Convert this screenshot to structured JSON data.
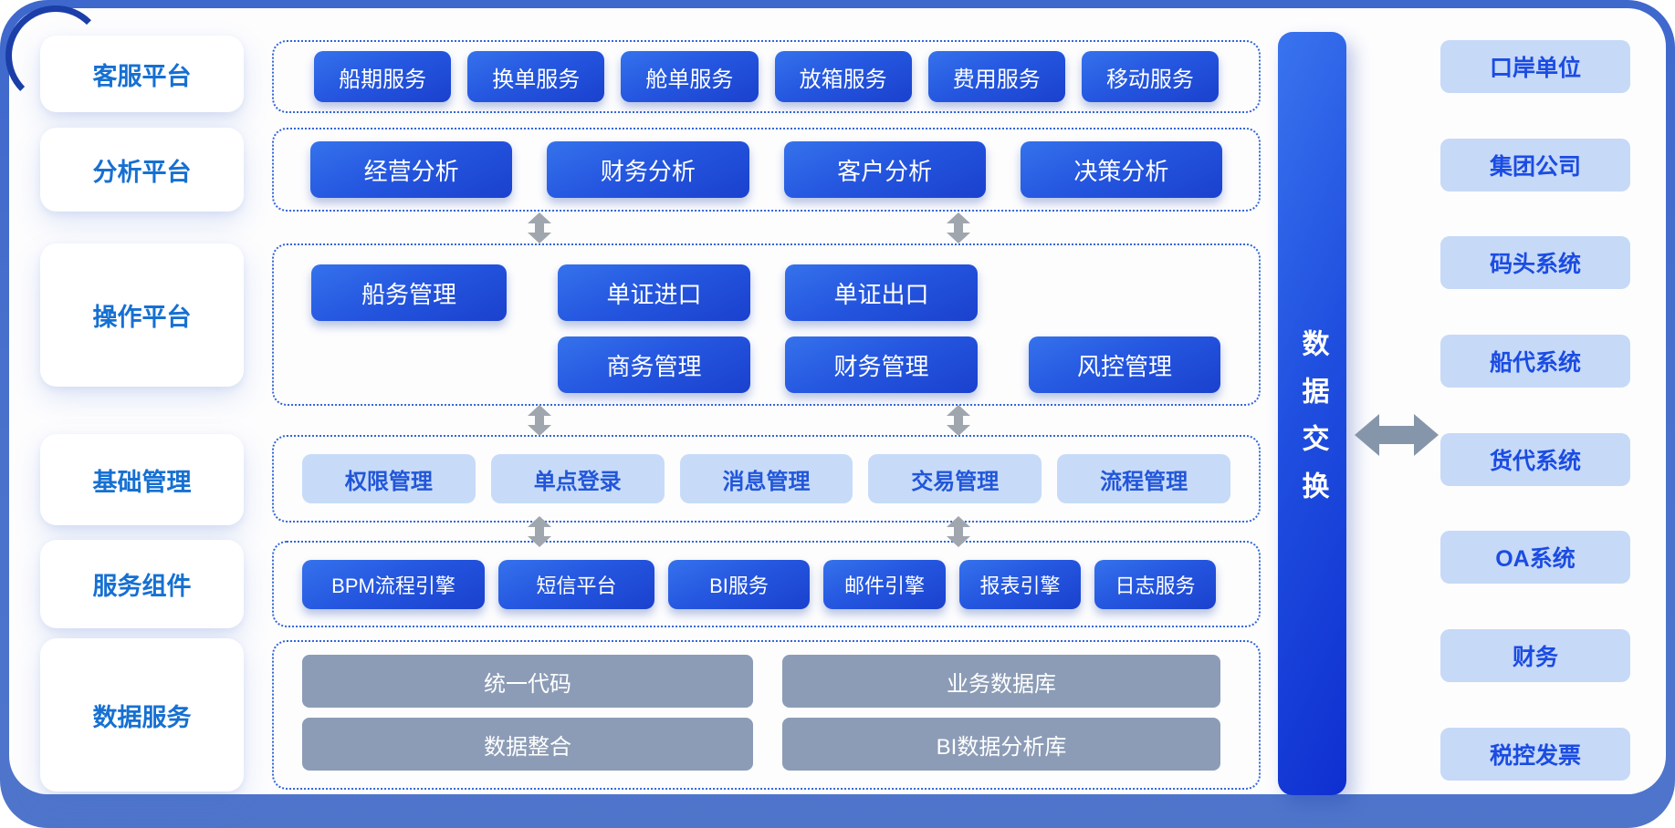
{
  "diagram": {
    "left_categories": [
      "客服平台",
      "分析平台",
      "操作平台",
      "基础管理",
      "服务组件",
      "数据服务"
    ],
    "customer_service_row": [
      "船期服务",
      "换单服务",
      "舱单服务",
      "放箱服务",
      "费用服务",
      "移动服务"
    ],
    "analysis_row": [
      "经营分析",
      "财务分析",
      "客户分析",
      "决策分析"
    ],
    "operation_row1": [
      "船务管理",
      "单证进口",
      "单证出口"
    ],
    "operation_row2": [
      "商务管理",
      "财务管理",
      "风控管理"
    ],
    "basic_mgmt_row": [
      "权限管理",
      "单点登录",
      "消息管理",
      "交易管理",
      "流程管理"
    ],
    "service_components_row": [
      "BPM流程引擎",
      "短信平台",
      "BI服务",
      "邮件引擎",
      "报表引擎",
      "日志服务"
    ],
    "data_services_row1": [
      "统一代码",
      "业务数据库"
    ],
    "data_services_row2": [
      "数据整合",
      "BI数据分析库"
    ],
    "data_exchange_label": "数据交换",
    "external_systems": [
      "口岸单位",
      "集团公司",
      "码头系统",
      "船代系统",
      "货代系统",
      "OA系统",
      "财务",
      "税控发票"
    ],
    "icons": {
      "vertical_double_arrow": "vertical-double-arrow-icon",
      "horizontal_double_arrow": "horizontal-double-arrow-icon"
    },
    "colors": {
      "frame_blue": "#4a72cc",
      "corner_accent": "#1c3ea8",
      "primary_button_top": "#3572ec",
      "primary_button_bottom": "#1a41ce",
      "light_chip_bg": "#c7dbf8",
      "light_chip_text": "#2256d9",
      "category_text": "#1670d2",
      "gray_bar_bg": "#8c9cb6",
      "exchange_bar_start": "#3a74ee",
      "exchange_bar_end": "#0e2fd0",
      "small_arrow_gray": "#a0a6ae",
      "big_arrow_gray": "#8696aa",
      "dashed_border": "#3366d9",
      "external_box_bg": "#c6d9f7",
      "external_box_text": "#1b4ce2"
    }
  }
}
